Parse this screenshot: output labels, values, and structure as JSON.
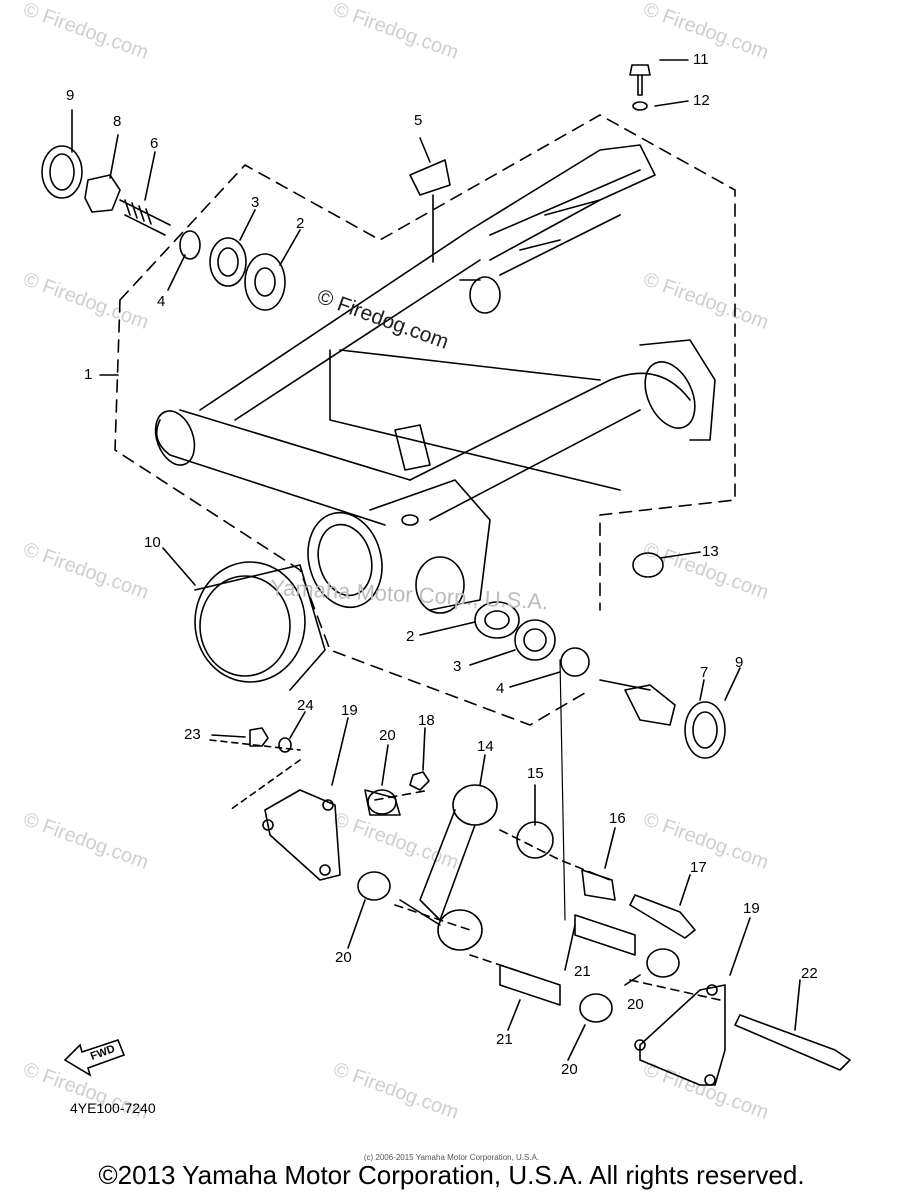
{
  "watermark": {
    "text": "© Firedog.com",
    "center_text": "© Firedog.com",
    "corp_text": "Yamaha Motor Corp., U.S.A."
  },
  "callouts": {
    "n1": "1",
    "n2a": "2",
    "n2b": "2",
    "n3a": "3",
    "n3b": "3",
    "n4a": "4",
    "n4b": "4",
    "n5": "5",
    "n6": "6",
    "n7": "7",
    "n8": "8",
    "n9a": "9",
    "n9b": "9",
    "n10": "10",
    "n11": "11",
    "n12": "12",
    "n13": "13",
    "n14": "14",
    "n15": "15",
    "n16": "16",
    "n17": "17",
    "n18": "18",
    "n19a": "19",
    "n19b": "19",
    "n20a": "20",
    "n20b": "20",
    "n20c": "20",
    "n20d": "20",
    "n21a": "21",
    "n21b": "21",
    "n22": "22",
    "n23": "23",
    "n24": "24"
  },
  "fwd_label": "FWD",
  "diagram_code": "4YE100-7240",
  "small_copyright": "(c) 2006-2015 Yamaha Motor Corporation, U.S.A.",
  "footer": "©2013 Yamaha Motor Corporation, U.S.A. All rights reserved."
}
